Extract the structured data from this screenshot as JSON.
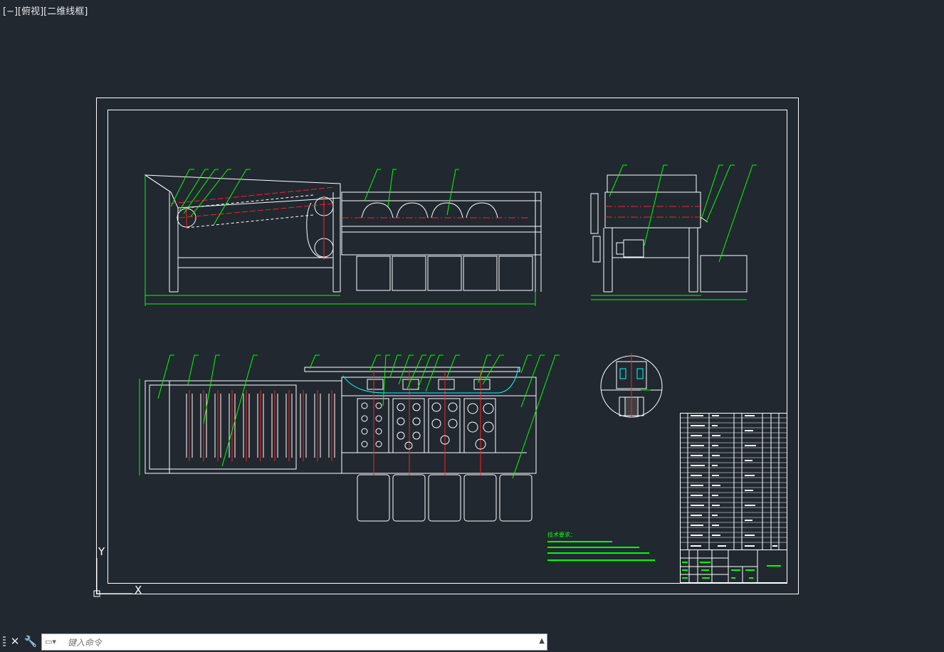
{
  "viewport": {
    "label": "[−][俯视][二维线框]"
  },
  "ucs": {
    "y_label": "Y",
    "x_label": "X"
  },
  "command_line": {
    "placeholder": "键入命令",
    "close_icon": "close-icon",
    "customize_icon": "wrench-icon",
    "prompt_icon": "command-prompt-icon",
    "history_icon": "scroll-up-icon"
  },
  "drawing": {
    "tech_requirements_title": "技术要求："
  },
  "colors": {
    "background": "#212830",
    "outline": "#ffffff",
    "leader": "#00ff00",
    "centerline": "#ff2020",
    "hidden": "#00ffff"
  }
}
